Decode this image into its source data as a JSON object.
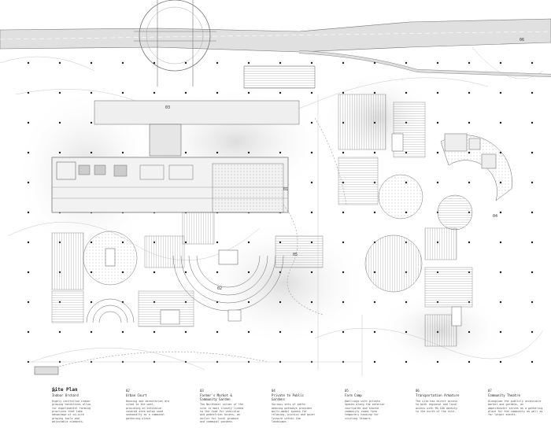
{
  "plan": {
    "title": "Site Plan",
    "markers": [
      "01",
      "02",
      "03",
      "04",
      "05",
      "06"
    ]
  },
  "legend": [
    {
      "num": "01",
      "heading": "Indoor Orchard",
      "text": "Highly controlled indoor growing conditions allow for experimental farming practices that take advantage of on-site growing tools and adjustable elements."
    },
    {
      "num": "02",
      "heading": "Urban Court",
      "text": "Housing and dormitories are sited to the west, providing an extensive covered area below used seasonally as a communal gathering place."
    },
    {
      "num": "03",
      "heading": "Farmer's Market & Community Garden",
      "text": "The Northeast corner of the site is most closely linked to the road for vehicular and pedestrian access, an outlet for local produce and communal gardens."
    },
    {
      "num": "04",
      "heading": "Private to Public Gardens",
      "text": "Various sets of paths weaving pathways provides multi-modal spaces for relaxing, picnics and quiet leisure within the landscape."
    },
    {
      "num": "05",
      "heading": "Farm Camp",
      "text": "Dwellings with private spaces along the exterior courtyards and shared community rooms form temporary housing for visiting farmers."
    },
    {
      "num": "06",
      "heading": "Transportation Armature",
      "text": "The site has direct access to both regional and local access with 90-100 density to the north of the site."
    },
    {
      "num": "07",
      "heading": "Community Theatre",
      "text": "Alongside the publicly accessible market and gardens, an amphitheater serves as a gathering place for the community as well as for larger events."
    }
  ]
}
